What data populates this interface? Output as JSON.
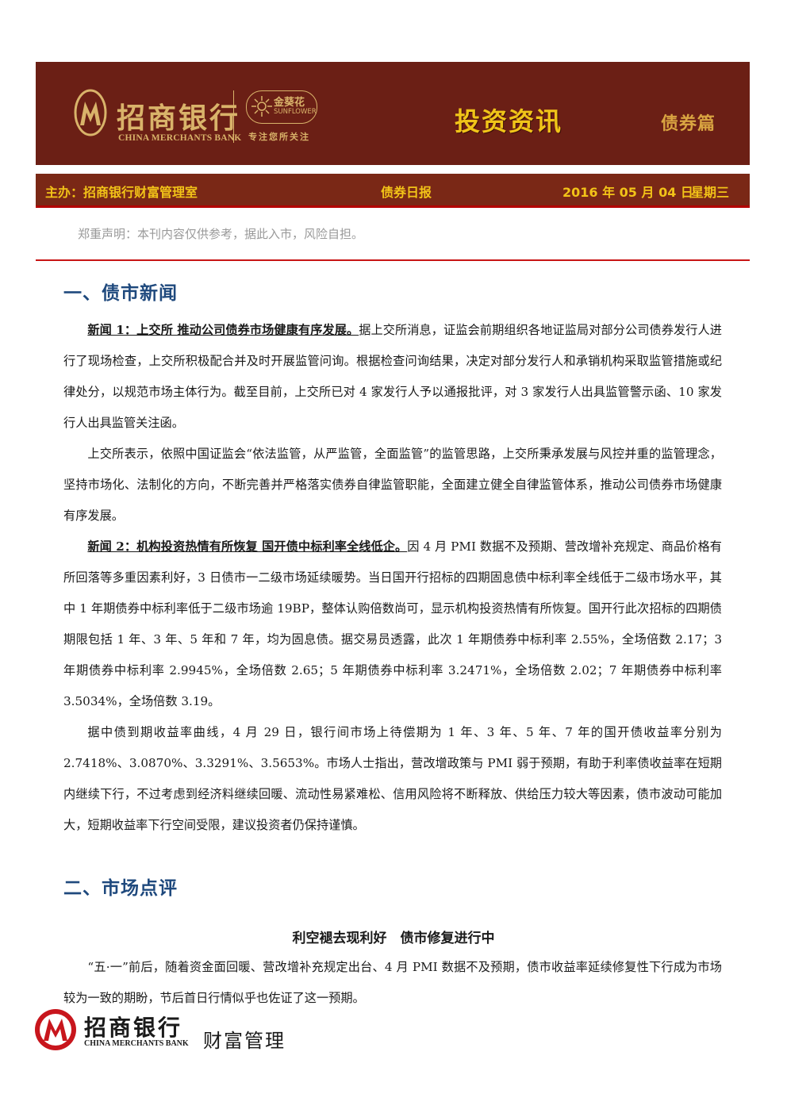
{
  "header": {
    "bank_name_cn": "招商银行",
    "bank_name_en": "CHINA MERCHANTS BANK",
    "sub_brand_cn": "金葵花",
    "sub_brand_en": "SUNFLOWER",
    "sub_brand_slogan": "专注您所关注",
    "title": "投资资讯",
    "subtitle": "债券篇"
  },
  "infobar": {
    "organizer": "主办：招商银行财富管理室",
    "report_name": "债券日报",
    "date": "2016 年 05 月 04 日",
    "weekday": "星期三"
  },
  "disclaimer": "郑重声明：本刊内容仅供参考，据此入市，风险自担。",
  "section1": {
    "title": "一、债市新闻",
    "news1_title": "新闻 1：上交所 推动公司债券市场健康有序发展。",
    "news1_body": "据上交所消息，证监会前期组织各地证监局对部分公司债券发行人进行了现场检查，上交所积极配合并及时开展监管问询。根据检查问询结果，决定对部分发行人和承销机构采取监管措施或纪律处分，以规范市场主体行为。截至目前，上交所已对 4 家发行人予以通报批评，对 3 家发行人出具监管警示函、10 家发行人出具监管关注函。",
    "para2": "上交所表示，依照中国证监会“依法监管，从严监管，全面监管”的监管思路，上交所秉承发展与风控并重的监管理念，坚持市场化、法制化的方向，不断完善并严格落实债券自律监管职能，全面建立健全自律监管体系，推动公司债券市场健康有序发展。",
    "news2_title": "新闻 2：机构投资热情有所恢复 国开债中标利率全线低企。",
    "news2_body": "因 4 月 PMI 数据不及预期、营改增补充规定、商品价格有所回落等多重因素利好，3 日债市一二级市场延续暖势。当日国开行招标的四期固息债中标利率全线低于二级市场水平，其中 1 年期债券中标利率低于二级市场逾 19BP，整体认购倍数尚可，显示机构投资热情有所恢复。国开行此次招标的四期债期限包括 1 年、3 年、5 年和 7 年，均为固息债。据交易员透露，此次 1 年期债券中标利率 2.55%，全场倍数 2.17；3 年期债券中标利率 2.9945%，全场倍数 2.65；5 年期债券中标利率 3.2471%，全场倍数 2.02；7 年期债券中标利率 3.5034%，全场倍数 3.19。",
    "para4": "据中债到期收益率曲线，4 月 29 日，银行间市场上待偿期为 1 年、3 年、5 年、7 年的国开债收益率分别为 2.7418%、3.0870%、3.3291%、3.5653%。市场人士指出，营改增政策与 PMI 弱于预期，有助于利率债收益率在短期内继续下行，不过考虑到经济料继续回暖、流动性易紧难松、信用风险将不断释放、供给压力较大等因素，债市波动可能加大，短期收益率下行空间受限，建议投资者仍保持谨慎。"
  },
  "section2": {
    "title": "二、市场点评",
    "article_title": "利空褪去现利好　债市修复进行中",
    "para1": "“五·一”前后，随着资金面回暖、营改增补充规定出台、4 月 PMI 数据不及预期，债市收益率延续修复性下行成为市场较为一致的期盼，节后首日行情似乎也佐证了这一预期。"
  },
  "footer": {
    "bank_name_cn": "招商银行",
    "bank_name_en": "CHINA MERCHANTS BANK",
    "division": "财富管理"
  },
  "colors": {
    "banner_bg": "#6b1f15",
    "infobar_bg": "#7a2816",
    "gold": "#d9b36a",
    "yellow": "#f2c318",
    "red_rule": "#c81414",
    "heading_blue": "#1f497d",
    "logo_red": "#c8161d"
  }
}
